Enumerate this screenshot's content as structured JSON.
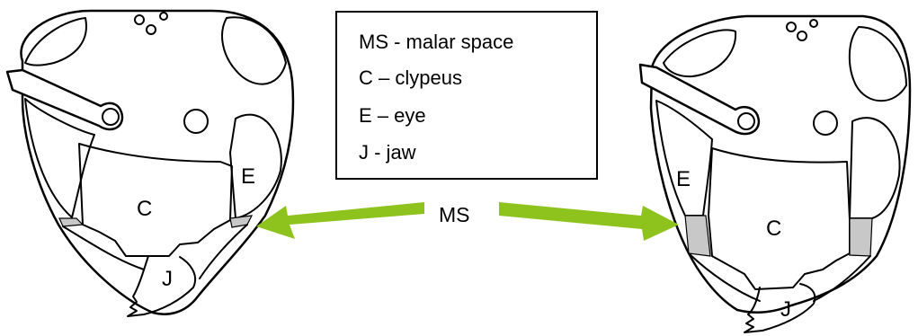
{
  "legend": {
    "items": [
      "MS - malar space",
      "C – clypeus",
      "E – eye",
      "J - jaw"
    ]
  },
  "center_label": "MS",
  "heads": {
    "left": {
      "eye_label": "E",
      "clypeus_label": "C",
      "jaw_label": "J"
    },
    "right": {
      "eye_label": "E",
      "clypeus_label": "C",
      "jaw_label": "J"
    }
  },
  "colors": {
    "arrow": "#8ec31e",
    "malar_space_fill": "#c8c8c8",
    "outline": "#000000"
  }
}
